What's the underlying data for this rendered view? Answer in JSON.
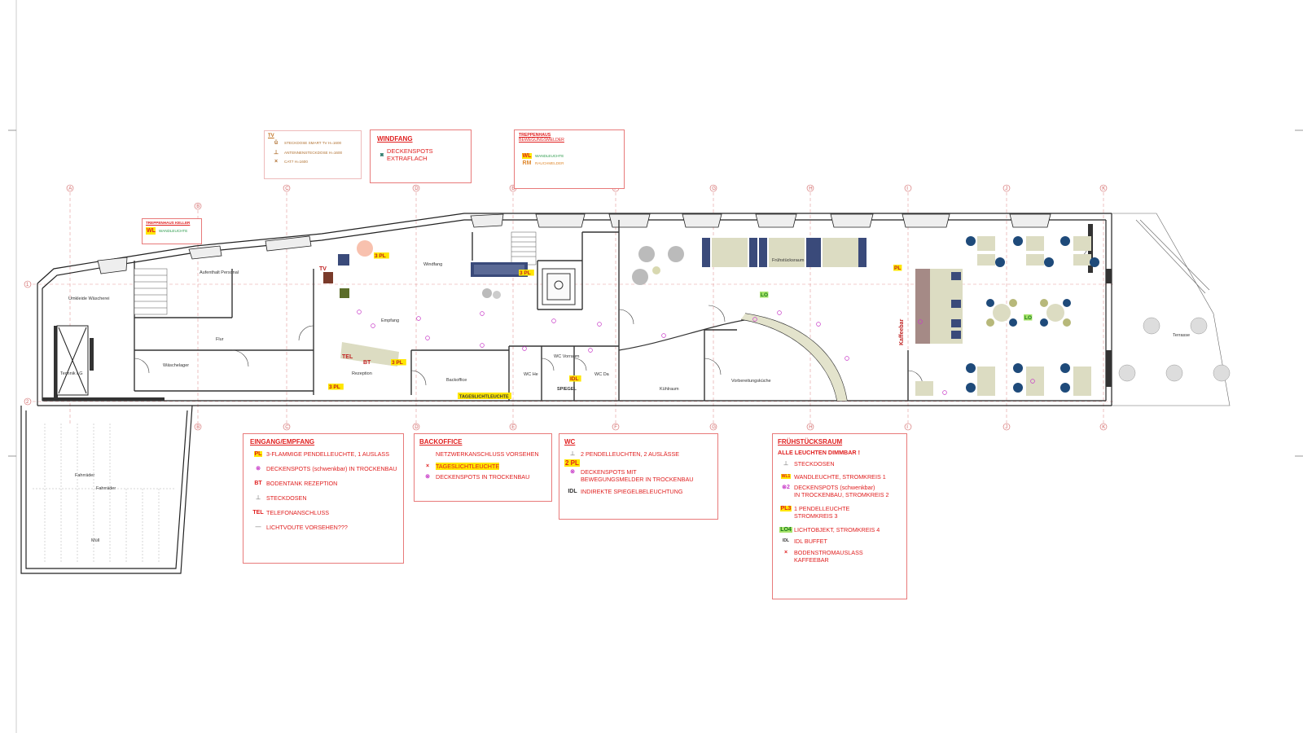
{
  "legend_tv": {
    "title": "TV",
    "items": [
      {
        "icon": "tv-socket-icon",
        "label": "STECKDOSE SMART TV H=1600"
      },
      {
        "icon": "antenna-socket-icon",
        "label": "ANTENNENSTECKDOSE H=1600"
      },
      {
        "icon": "cat7-icon",
        "label": "CAT7 H=1600"
      }
    ]
  },
  "legend_windfang": {
    "title": "WINDFANG",
    "items": [
      {
        "icon": "ceiling-spot-flat-icon",
        "label_line1": "DECKENSPOTS",
        "label_line2": "EXTRAFLACH"
      }
    ]
  },
  "legend_treppenhaus": {
    "title_line1": "TREPPENHAUS",
    "title_line2": "BEWEGUNGSMELDER",
    "items": [
      {
        "icon": "wall-light-icon",
        "sym": "WL",
        "label": "WANDLEUCHTE"
      },
      {
        "icon": "smoke-detector-icon",
        "sym": "RM",
        "label": "RAUCHMELDER"
      }
    ]
  },
  "legend_keller": {
    "title": "TREPPENHAUS KELLER",
    "sym": "WL",
    "label": "WANDLEUCHTE"
  },
  "legend_eingang": {
    "title": "EINGANG/EMPFANG",
    "items": [
      {
        "icon": "pendant-light-icon",
        "sym": "PL",
        "label": "3-FLAMMIGE PENDELLEUCHTE, 1 AUSLASS"
      },
      {
        "icon": "ceiling-spot-icon",
        "sym": "⊗",
        "label": "DECKENSPOTS (schwenkbar) IN TROCKENBAU"
      },
      {
        "icon": "floor-box-icon",
        "sym": "BT",
        "label": "BODENTANK REZEPTION"
      },
      {
        "icon": "socket-icon",
        "sym": "⊥",
        "label": "STECKDOSEN"
      },
      {
        "icon": "phone-icon",
        "sym": "TEL",
        "label": "TELEFONANSCHLUSS"
      },
      {
        "icon": "light-cove-icon",
        "sym": "",
        "label": "LICHTVOUTE VORSEHEN???"
      }
    ]
  },
  "legend_backoffice": {
    "title": "BACKOFFICE",
    "items": [
      {
        "icon": "network-icon",
        "sym": "",
        "label": "NETZWERKANSCHLUSS VORSEHEN"
      },
      {
        "icon": "daylight-lamp-icon",
        "sym": "×",
        "label": "TAGESLICHTLEUCHTE"
      },
      {
        "icon": "ceiling-spot-icon",
        "sym": "⊗",
        "label": "DECKENSPOTS IN TROCKENBAU"
      }
    ]
  },
  "legend_wc": {
    "title": "WC",
    "items": [
      {
        "icon": "pendant-light-icon",
        "sym": "",
        "label": "2 PENDELLEUCHTEN, 2 AUSLÄSSE"
      },
      {
        "icon": "pendant-light-icon",
        "sym": "2 PL",
        "label": ""
      },
      {
        "icon": "motion-spot-icon",
        "sym": "⊗",
        "label": "DECKENSPOTS MIT",
        "label2": "BEWEGUNGSMELDER IN TROCKENBAU"
      },
      {
        "icon": "mirror-light-icon",
        "sym": "IDL",
        "label": "INDIREKTE SPIEGELBELEUCHTUNG"
      }
    ]
  },
  "legend_fruehstueck": {
    "title": "FRÜHSTÜCKSRAUM",
    "subtitle": "ALLE LEUCHTEN DIMMBAR !",
    "items": [
      {
        "icon": "socket-icon",
        "sym": "⊥",
        "label": "STECKDOSEN"
      },
      {
        "icon": "wall-light-icon",
        "sym": "WL1",
        "label": "WANDLEUCHTE, STROMKREIS 1"
      },
      {
        "icon": "ceiling-spot-icon",
        "sym": "⊗2",
        "label": "DECKENSPOTS (schwenkbar)",
        "label2": "IN TROCKENBAU, STROMKREIS 2"
      },
      {
        "icon": "pendant-light-icon",
        "sym": "PL3",
        "label": "1 PENDELLEUCHTE",
        "label2": "STROMKREIS 3"
      },
      {
        "icon": "light-object-icon",
        "sym": "LO4",
        "label": "LICHTOBJEKT, STROMKREIS 4"
      },
      {
        "icon": "buffet-light-icon",
        "sym": "IDL",
        "label": "IDL BUFFET"
      },
      {
        "icon": "floor-socket-icon",
        "sym": "×",
        "label": "BODENSTROMAUSLASS",
        "label2": "KAFFEEBAR"
      }
    ]
  },
  "rooms": {
    "aufenthalt": "Aufenthalt Personal",
    "empfang": "Empfang",
    "windfang": "Windfang",
    "rezeption": "Rezeption",
    "waeschelager": "Wäschelager",
    "flur": "Flur",
    "backoffice": "Backoffice",
    "wc_vorraum": "WC Vorraum",
    "wc_he": "WC He",
    "wc_da": "WC Da",
    "kuehlraum": "Kühlraum",
    "vorbereitung": "Vorbereitungsküche",
    "fruehstueck": "Frühstücksraum",
    "kaffeebar": "Kaffeebar",
    "terrasse": "Terrasse",
    "technik": "Technik LG",
    "umkleide": "Umkleide Wäscherei",
    "fahrraeder": "Fahrräder",
    "muell": "Müll",
    "fahrraeder2": "Fahrräder",
    "tageslicht": "TAGESLICHTLEUCHTE",
    "spiegel": "SPIEGEL",
    "tv": "TV",
    "tel": "TEL",
    "bt": "BT"
  },
  "axes_top": [
    "A",
    "B",
    "C",
    "D",
    "E",
    "F",
    "G",
    "H",
    "I",
    "J",
    "K"
  ],
  "axes_side": [
    "1",
    "2"
  ],
  "colors": {
    "red": "#e02020",
    "magenta": "#c83bc8",
    "navy": "#3a4a7a",
    "beige": "#d9dcb3",
    "yellow": "#ffe600",
    "green": "#a6e36a"
  }
}
